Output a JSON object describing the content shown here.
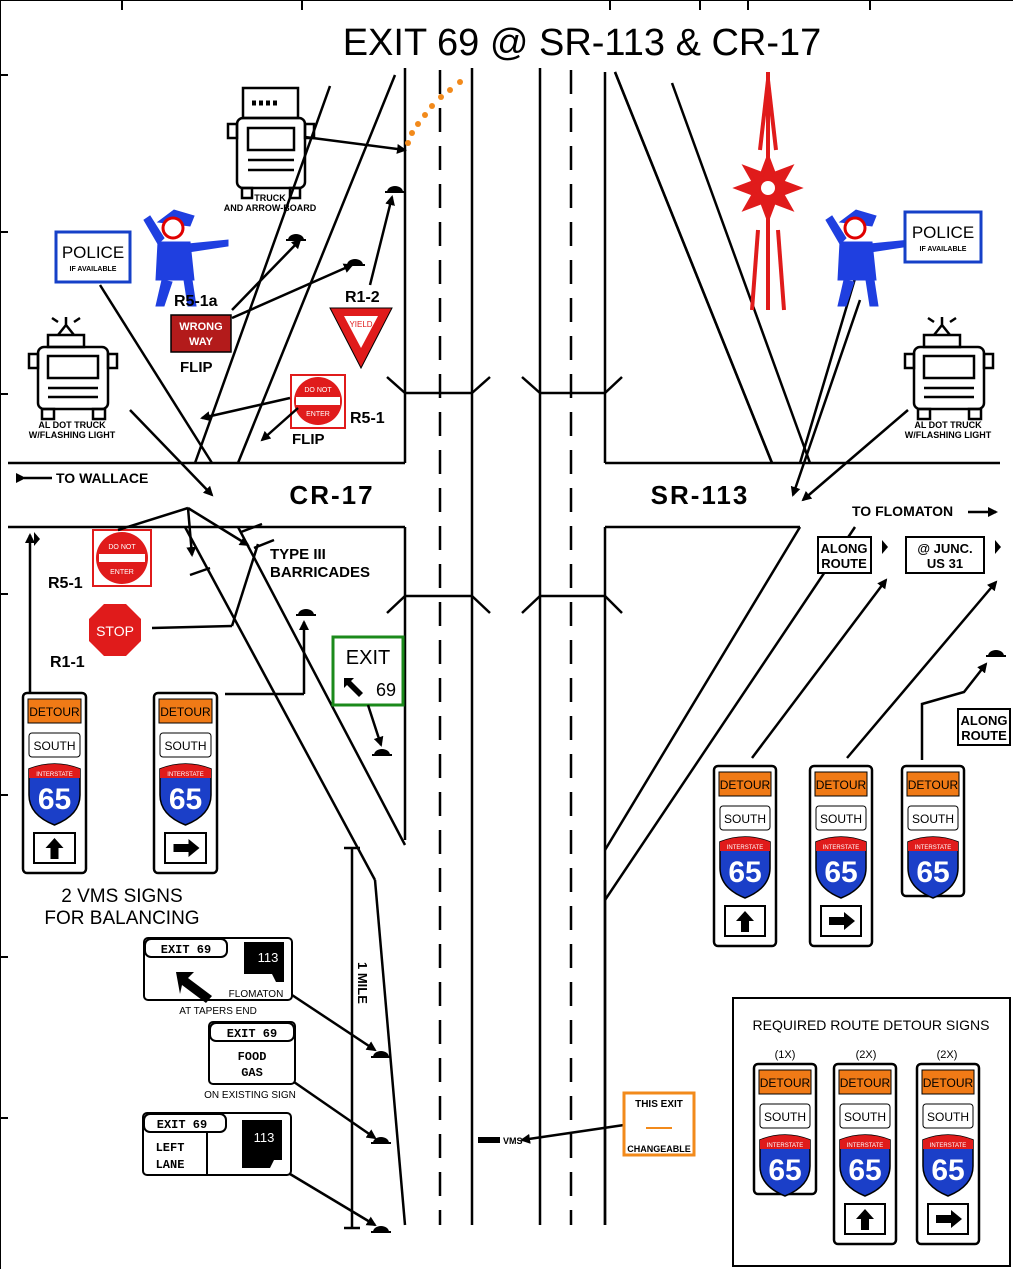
{
  "title": "EXIT 69 @ SR-113 & CR-17",
  "roads": {
    "west": "CR-17",
    "east": "SR-113",
    "to_west": "TO WALLACE",
    "to_east": "TO FLOMATON"
  },
  "equipment": {
    "truck_arrow": [
      "TRUCK",
      "AND ARROW-BOARD"
    ],
    "dot_truck": [
      "AL DOT TRUCK",
      "W/FLASHING LIGHT"
    ],
    "police": [
      "POLICE",
      "IF AVAILABLE"
    ]
  },
  "signs": {
    "r5_1a_code": "R5-1a",
    "wrong_way": [
      "WRONG",
      "WAY"
    ],
    "flip": "FLIP",
    "r1_2_code": "R1-2",
    "yield": "YIELD",
    "r5_1_code": "R5-1",
    "do_not": "DO NOT",
    "enter": "ENTER",
    "r1_1_code": "R1-1",
    "stop": "STOP",
    "type3": [
      "TYPE III",
      "BARRICADES"
    ],
    "exit_sign": {
      "exit": "EXIT",
      "number": "69"
    },
    "along_route": [
      "ALONG",
      "ROUTE"
    ],
    "junc": [
      "@ JUNC.",
      "US 31"
    ],
    "vms_note": [
      "2 VMS SIGNS",
      "FOR BALANCING"
    ],
    "one_mile": "1 MILE",
    "vms": "VMS",
    "this_exit": "THIS EXIT",
    "changeable": "CHANGEABLE",
    "guide1": {
      "exit": "EXIT 69",
      "route": "113",
      "dest": "FLOMATON",
      "note": "AT TAPERS END"
    },
    "guide2": {
      "exit": "EXIT 69",
      "line1": "FOOD",
      "line2": "GAS",
      "note": "ON EXISTING SIGN"
    },
    "guide3": {
      "exit": "EXIT 69",
      "line1": "LEFT",
      "line2": "LANE",
      "route": "113"
    }
  },
  "detour_assembly": {
    "detour": "DETOUR",
    "south": "SOUTH",
    "interstate": "INTERSTATE",
    "route": "65"
  },
  "legend": {
    "title": "REQUIRED ROUTE DETOUR SIGNS",
    "quantities": [
      "(1X)",
      "(2X)",
      "(2X)"
    ]
  }
}
